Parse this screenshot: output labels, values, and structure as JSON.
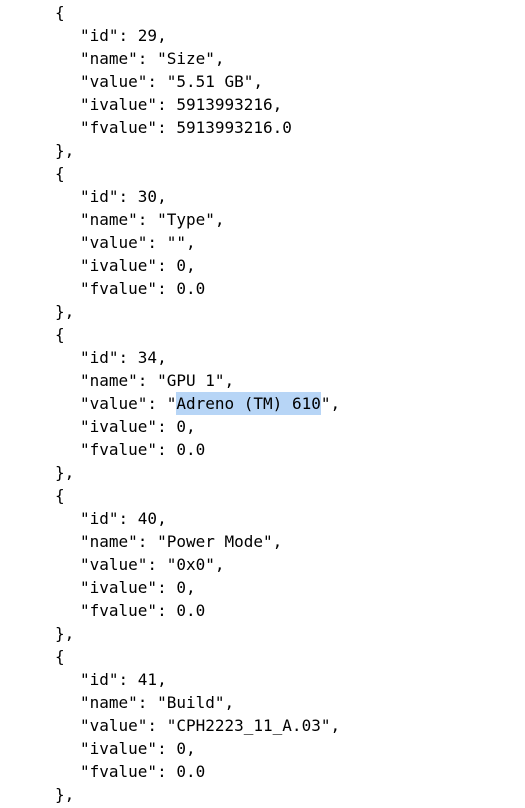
{
  "tokens": {
    "open_brace": "{",
    "close_brace_comma": "},",
    "quote": "\"",
    "quote_comma": "\",",
    "key_id": "\"id\": ",
    "key_name": "\"name\": ",
    "key_value": "\"value\": ",
    "key_ivalue": "\"ivalue\": ",
    "key_fvalue": "\"fvalue\": ",
    "comma": ","
  },
  "entries": [
    {
      "id": "29",
      "name": "\"Size\"",
      "value": "\"5.51 GB\"",
      "ivalue": "5913993216",
      "fvalue": "5913993216.0"
    },
    {
      "id": "30",
      "name": "\"Type\"",
      "value": "\"\"",
      "ivalue": "0",
      "fvalue": "0.0"
    },
    {
      "id": "34",
      "name": "\"GPU 1\"",
      "value_selected_text": "Adreno (TM) 610",
      "ivalue": "0",
      "fvalue": "0.0"
    },
    {
      "id": "40",
      "name": "\"Power Mode\"",
      "value": "\"0x0\"",
      "ivalue": "0",
      "fvalue": "0.0"
    },
    {
      "id": "41",
      "name": "\"Build\"",
      "value": "\"CPH2223_11_A.03\"",
      "ivalue": "0",
      "fvalue": "0.0"
    }
  ]
}
